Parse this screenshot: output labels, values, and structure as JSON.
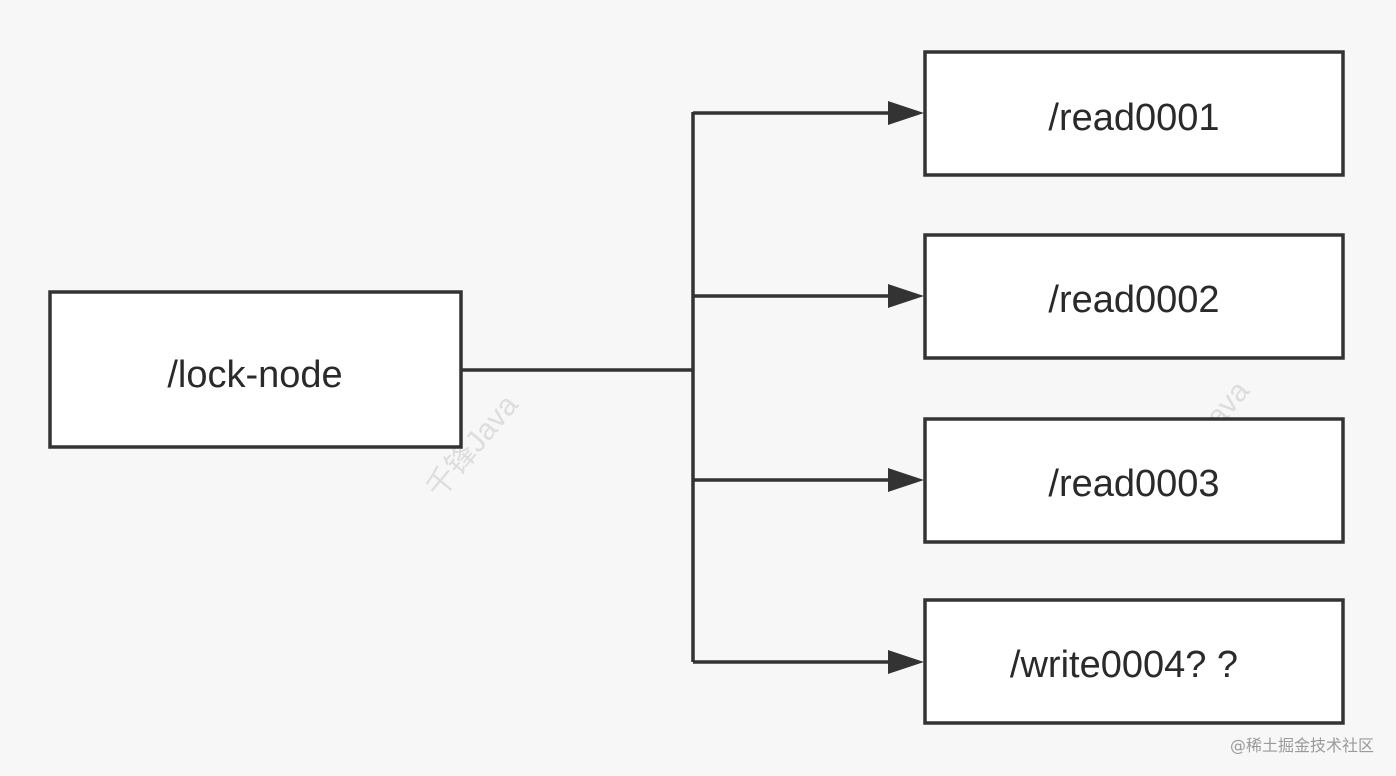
{
  "diagram": {
    "root": {
      "label": "/lock-node"
    },
    "children": [
      {
        "label": "/read0001"
      },
      {
        "label": "/read0002"
      },
      {
        "label": "/read0003"
      },
      {
        "label": "/write0004?  ?"
      }
    ]
  },
  "watermarks": [
    "千锋Java",
    "Java"
  ],
  "footer": {
    "source": "@稀土掘金技术社区"
  },
  "colors": {
    "background": "#f7f7f7",
    "stroke": "#333333",
    "text": "#2a2a2a",
    "watermark": "#dddddd"
  }
}
